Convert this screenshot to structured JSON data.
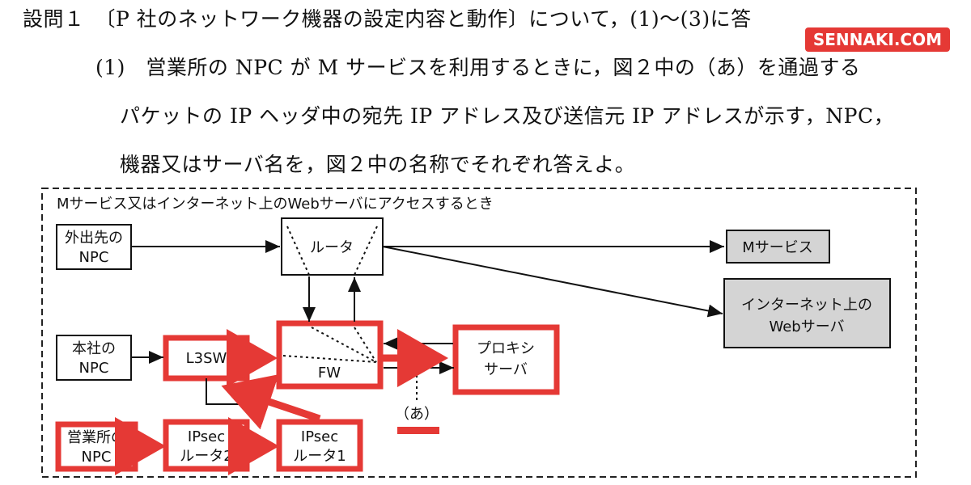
{
  "question": {
    "header": "設問１　〔P 社のネットワーク機器の設定内容と動作〕について，(1)〜(3)に答",
    "line1": "(1)　営業所の NPC が M サービスを利用するときに，図２中の（あ）を通過する",
    "line2": "パケットの IP ヘッダ中の宛先 IP アドレス及び送信元 IP アドレスが示す，NPC，",
    "line3": "機器又はサーバ名を，図２中の名称でそれぞれ答えよ。"
  },
  "watermark": "SENNAKI.COM",
  "diagram": {
    "title": "Mサービス又はインターネット上のWebサーバにアクセスするとき",
    "nodes": {
      "external_npc": [
        "外出先の",
        "NPC"
      ],
      "hq_npc": [
        "本社の",
        "NPC"
      ],
      "branch_npc": [
        "営業所の",
        "NPC"
      ],
      "router": "ルータ",
      "l3sw": "L3SW",
      "fw": "FW",
      "proxy": [
        "プロキシ",
        "サーバ"
      ],
      "ipsec2": [
        "IPsec",
        "ルータ2"
      ],
      "ipsec1": [
        "IPsec",
        "ルータ1"
      ],
      "m_service": "Mサービス",
      "web_server": [
        "インターネット上の",
        "Webサーバ"
      ]
    },
    "marker": "（あ）"
  },
  "colors": {
    "highlight": "#e53935",
    "gray_box": "#d4d4d4"
  }
}
